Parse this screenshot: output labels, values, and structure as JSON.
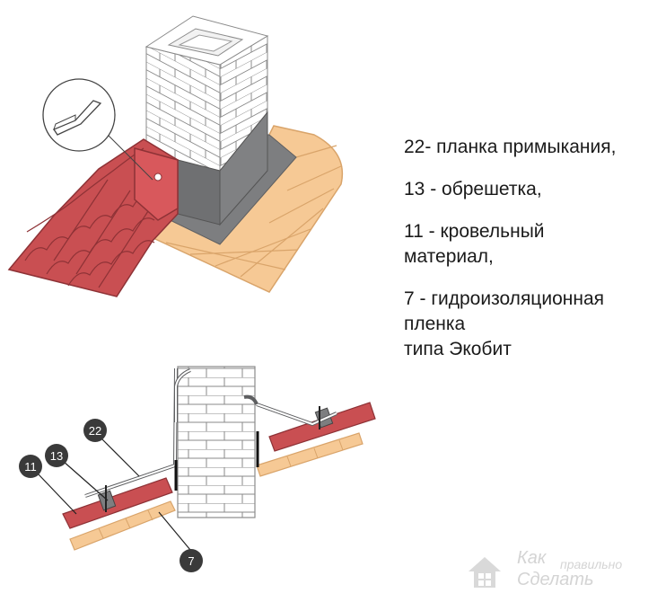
{
  "legend": {
    "items": [
      {
        "lines": [
          "22- планка примыкания,"
        ]
      },
      {
        "lines": [
          "13 - обрешетка,"
        ]
      },
      {
        "lines": [
          "11 - кровельный",
          "материал,"
        ]
      },
      {
        "lines": [
          "7 - гидроизоляционная",
          "пленка",
          "типа Экобит"
        ]
      }
    ]
  },
  "callouts": [
    {
      "id": "c11",
      "label": "11"
    },
    {
      "id": "c13",
      "label": "13"
    },
    {
      "id": "c22",
      "label": "22"
    },
    {
      "id": "c7",
      "label": "7"
    }
  ],
  "watermark": {
    "line1": "Как",
    "line2": "правильно",
    "line3": "Сделать"
  },
  "colors": {
    "tile": "#c94f52",
    "tile_dark": "#8e3236",
    "wood": "#f6c995",
    "wood_line": "#d9a46a",
    "membrane": "#7d7e80",
    "brick_outline": "#8a8a8a",
    "callout": "#3a3a3a"
  }
}
